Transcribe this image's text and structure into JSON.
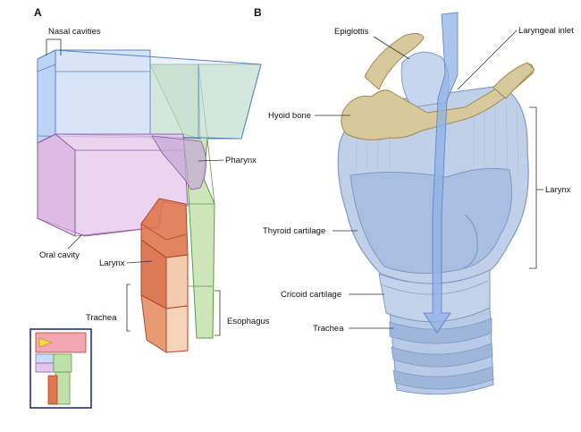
{
  "panel_a": {
    "letter": "A",
    "labels": {
      "nasal_cavities": "Nasal cavities",
      "pharynx": "Pharynx",
      "oral_cavity": "Oral cavity",
      "larynx": "Larynx",
      "trachea": "Trachea",
      "esophagus": "Esophagus"
    }
  },
  "panel_b": {
    "letter": "B",
    "labels": {
      "epiglottis": "Epiglottis",
      "laryngeal_inlet": "Laryngeal inlet",
      "hyoid_bone": "Hyoid bone",
      "larynx": "Larynx",
      "thyroid_cartilage": "Thyroid cartilage",
      "cricoid_cartilage": "Cricoid cartilage",
      "trachea": "Trachea"
    }
  },
  "colors": {
    "nasal": "#c9dcf7",
    "nasal_edge": "#5a82c8",
    "oral": "#e3c6ea",
    "oral_edge": "#9a5aa6",
    "pharynx": "#bfe0a8",
    "pharynx_edge": "#5f9a4a",
    "larynx": "#e0764f",
    "larynx_edge": "#b0452a",
    "trachea": "#f2c6a6",
    "hyoid": "#d8c99c",
    "cartilage": "#aec3e0",
    "cartilage_dark": "#7f9ac4",
    "airflow": "#8fb2e6",
    "inset_border": "#2b2f8a"
  }
}
